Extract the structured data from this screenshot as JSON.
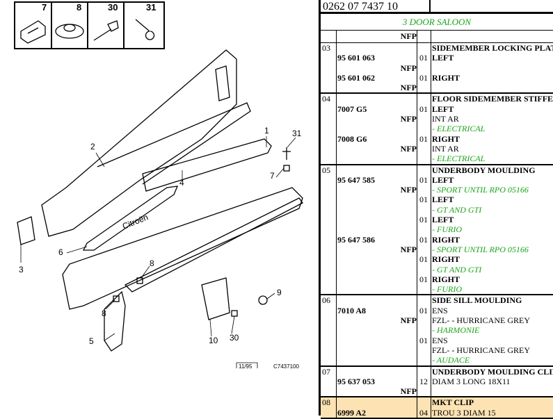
{
  "doc_code": "0262 07 7437 10",
  "model": "3 DOOR SALOON",
  "diagram": {
    "callouts": [
      "1",
      "2",
      "3",
      "4",
      "5",
      "6",
      "7",
      "8",
      "8",
      "9",
      "10",
      "30",
      "31"
    ],
    "inset": [
      "7",
      "8",
      "30",
      "31"
    ],
    "date": "11/95",
    "ref": "C7437100",
    "logo": "Citroën"
  },
  "header_nfp": "NFP",
  "groups": [
    {
      "ref": "03",
      "lines": [
        {
          "text": "SIDEMEMBER LOCKING PLATE",
          "s": "b"
        },
        {
          "part": "95 601 063",
          "qty": "01",
          "text": "LEFT",
          "s": "b"
        },
        {
          "nfp": "NFP"
        },
        {
          "part": "95 601 062",
          "qty": "01",
          "text": "RIGHT",
          "s": "b"
        },
        {
          "nfp": "NFP"
        }
      ]
    },
    {
      "ref": "04",
      "lines": [
        {
          "text": "FLOOR SIDEMEMBER STIFFENER",
          "s": "b"
        },
        {
          "part": "7007 G5",
          "qty": "01",
          "text": "LEFT",
          "s": "b"
        },
        {
          "nfp": "NFP",
          "text": "INT AR"
        },
        {
          "text": "- ELECTRICAL",
          "s": "g"
        },
        {
          "part": "7008 G6",
          "qty": "01",
          "text": "RIGHT",
          "s": "b"
        },
        {
          "nfp": "NFP",
          "text": "INT AR"
        },
        {
          "text": "- ELECTRICAL",
          "s": "g"
        }
      ]
    },
    {
      "ref": "05",
      "lines": [
        {
          "text": "UNDERBODY MOULDING",
          "s": "b"
        },
        {
          "part": "95 647 585",
          "qty": "01",
          "text": "LEFT",
          "s": "b"
        },
        {
          "nfp": "NFP",
          "text": "- SPORT UNTIL RPO 05166",
          "s": "g"
        },
        {
          "qty": "01",
          "text": "LEFT",
          "s": "b"
        },
        {
          "text": "- GT AND GTI",
          "s": "g"
        },
        {
          "qty": "01",
          "text": "LEFT",
          "s": "b"
        },
        {
          "text": "- FURIO",
          "s": "g"
        },
        {
          "part": "95 647 586",
          "qty": "01",
          "text": "RIGHT",
          "s": "b"
        },
        {
          "nfp": "NFP",
          "text": "- SPORT UNTIL RPO 05166",
          "s": "g"
        },
        {
          "qty": "01",
          "text": "RIGHT",
          "s": "b"
        },
        {
          "text": "- GT AND GTI",
          "s": "g"
        },
        {
          "qty": "01",
          "text": "RIGHT",
          "s": "b"
        },
        {
          "text": "- FURIO",
          "s": "g"
        }
      ]
    },
    {
      "ref": "06",
      "lines": [
        {
          "text": "SIDE SILL MOULDING",
          "s": "b"
        },
        {
          "part": "7010 A8",
          "qty": "01",
          "text": "ENS"
        },
        {
          "nfp": "NFP",
          "text": "FZL- - HURRICANE GREY"
        },
        {
          "text": "- HARMONIE",
          "s": "g"
        },
        {
          "qty": "01",
          "text": "ENS"
        },
        {
          "text": "FZL- - HURRICANE GREY"
        },
        {
          "text": "- AUDACE",
          "s": "g"
        }
      ]
    },
    {
      "ref": "07",
      "lines": [
        {
          "text": "UNDERBODY MOULDING CLIP",
          "s": "b"
        },
        {
          "part": "95 637 053",
          "qty": "12",
          "text": "DIAM 3 LONG 18X11"
        },
        {
          "nfp": "NFP"
        }
      ]
    },
    {
      "ref": "08",
      "highlight": true,
      "lines": [
        {
          "text": "MKT CLIP",
          "s": "b"
        },
        {
          "part": "6999 A2",
          "qty": "04",
          "text": "TROU 3 DIAM 15"
        }
      ]
    }
  ]
}
